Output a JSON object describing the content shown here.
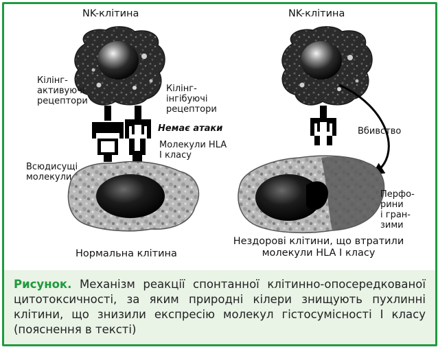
{
  "labels": {
    "left_nk": "NK-клітина",
    "right_nk": "NK-клітина",
    "activating_receptors": [
      "Кілінг-",
      "активуючі",
      "рецептори"
    ],
    "inhibitory_receptors": [
      "Кілінг-",
      "інгібуючі",
      "рецептори"
    ],
    "no_attack": "Немає атаки",
    "hla_molecules": [
      "Молекули HLA",
      "І класу"
    ],
    "ubiquitous_molecules": [
      "Всюдисущі",
      "молекули"
    ],
    "normal_cell": "Нормальна клітина",
    "killing": "Вбивство",
    "perforins": [
      "Перфо-",
      "рини",
      "і гран-",
      "зими"
    ],
    "unhealthy_cells": [
      "Нездорові клітини, що втратили",
      "молекули HLA І класу"
    ]
  },
  "caption": {
    "label": "Рисунок.",
    "text": "Механізм реакції спонтанної клітинно-опосередкованої цитотоксичності, за яким природні кілери знищують пухлинні клітини, що знизили експресію молекул гістосумісності І класу (пояснення в тексті)"
  },
  "colors": {
    "frame": "#1f9a3d",
    "caption_bg": "#e9f3e6",
    "caption_label": "#1f9a3d"
  }
}
